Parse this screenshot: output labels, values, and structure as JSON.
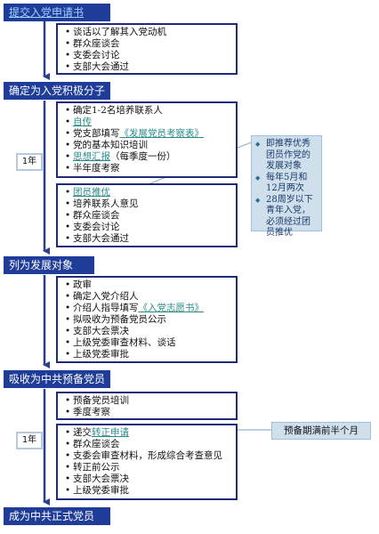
{
  "stages": [
    {
      "label": "提交入党申请书",
      "is_link": true
    },
    {
      "label": "确定为入党积极分子"
    },
    {
      "label": "列为发展对象"
    },
    {
      "label": "吸收为中共预备党员"
    },
    {
      "label": "成为中共正式党员"
    }
  ],
  "boxes": [
    {
      "items": [
        {
          "text": "谈话以了解其入党动机"
        },
        {
          "text": "群众座谈会"
        },
        {
          "text": "支委会讨论"
        },
        {
          "text": "支部大会通过"
        }
      ]
    },
    {
      "items": [
        {
          "text": "确定1-2名培养联系人"
        },
        {
          "link": "自传"
        },
        {
          "pre": "党支部填写",
          "link": "《发展党员考察表》"
        },
        {
          "text": "党的基本知识培训"
        },
        {
          "link": "思想汇报",
          "post": "（每季度一份）"
        },
        {
          "text": "半年度考察"
        }
      ]
    },
    {
      "items": [
        {
          "link": "团员推优"
        },
        {
          "text": "培养联系人意见"
        },
        {
          "text": "群众座谈会"
        },
        {
          "text": "支委会讨论"
        },
        {
          "text": "支部大会通过"
        }
      ]
    },
    {
      "items": [
        {
          "text": "政审"
        },
        {
          "text": "确定入党介绍人"
        },
        {
          "pre": "介绍人指导填写",
          "link": "《入党志愿书》"
        },
        {
          "text": "拟吸收为预备党员公示"
        },
        {
          "text": "支部大会票决"
        },
        {
          "text": "上级党委审查材料、谈话"
        },
        {
          "text": "上级党委审批"
        }
      ]
    },
    {
      "items": [
        {
          "text": "预备党员培训"
        },
        {
          "text": "季度考察"
        }
      ]
    },
    {
      "items": [
        {
          "pre": "递交",
          "link": "转正申请"
        },
        {
          "text": "群众座谈会"
        },
        {
          "text": "支委会审查材料，形成综合考查意见"
        },
        {
          "text": "转正前公示"
        },
        {
          "text": "支部大会票决"
        },
        {
          "text": "上级党委审批"
        }
      ]
    }
  ],
  "year_labels": [
    "1年",
    "1年"
  ],
  "callout_tuiyou": [
    "即推荐优秀团员作党的发展对象",
    "每年5月和12月两次",
    "28周岁以下青年入党，必须经过团员推优"
  ],
  "callout_zhuanzheng": "预备期满前半个月",
  "colors": {
    "stage_bar": "#1f3c99",
    "box_border": "#1f2b7a",
    "link": "#2a8a8a",
    "callout_bg": "#cfe0ec",
    "arrow": "#2e3f8f"
  }
}
